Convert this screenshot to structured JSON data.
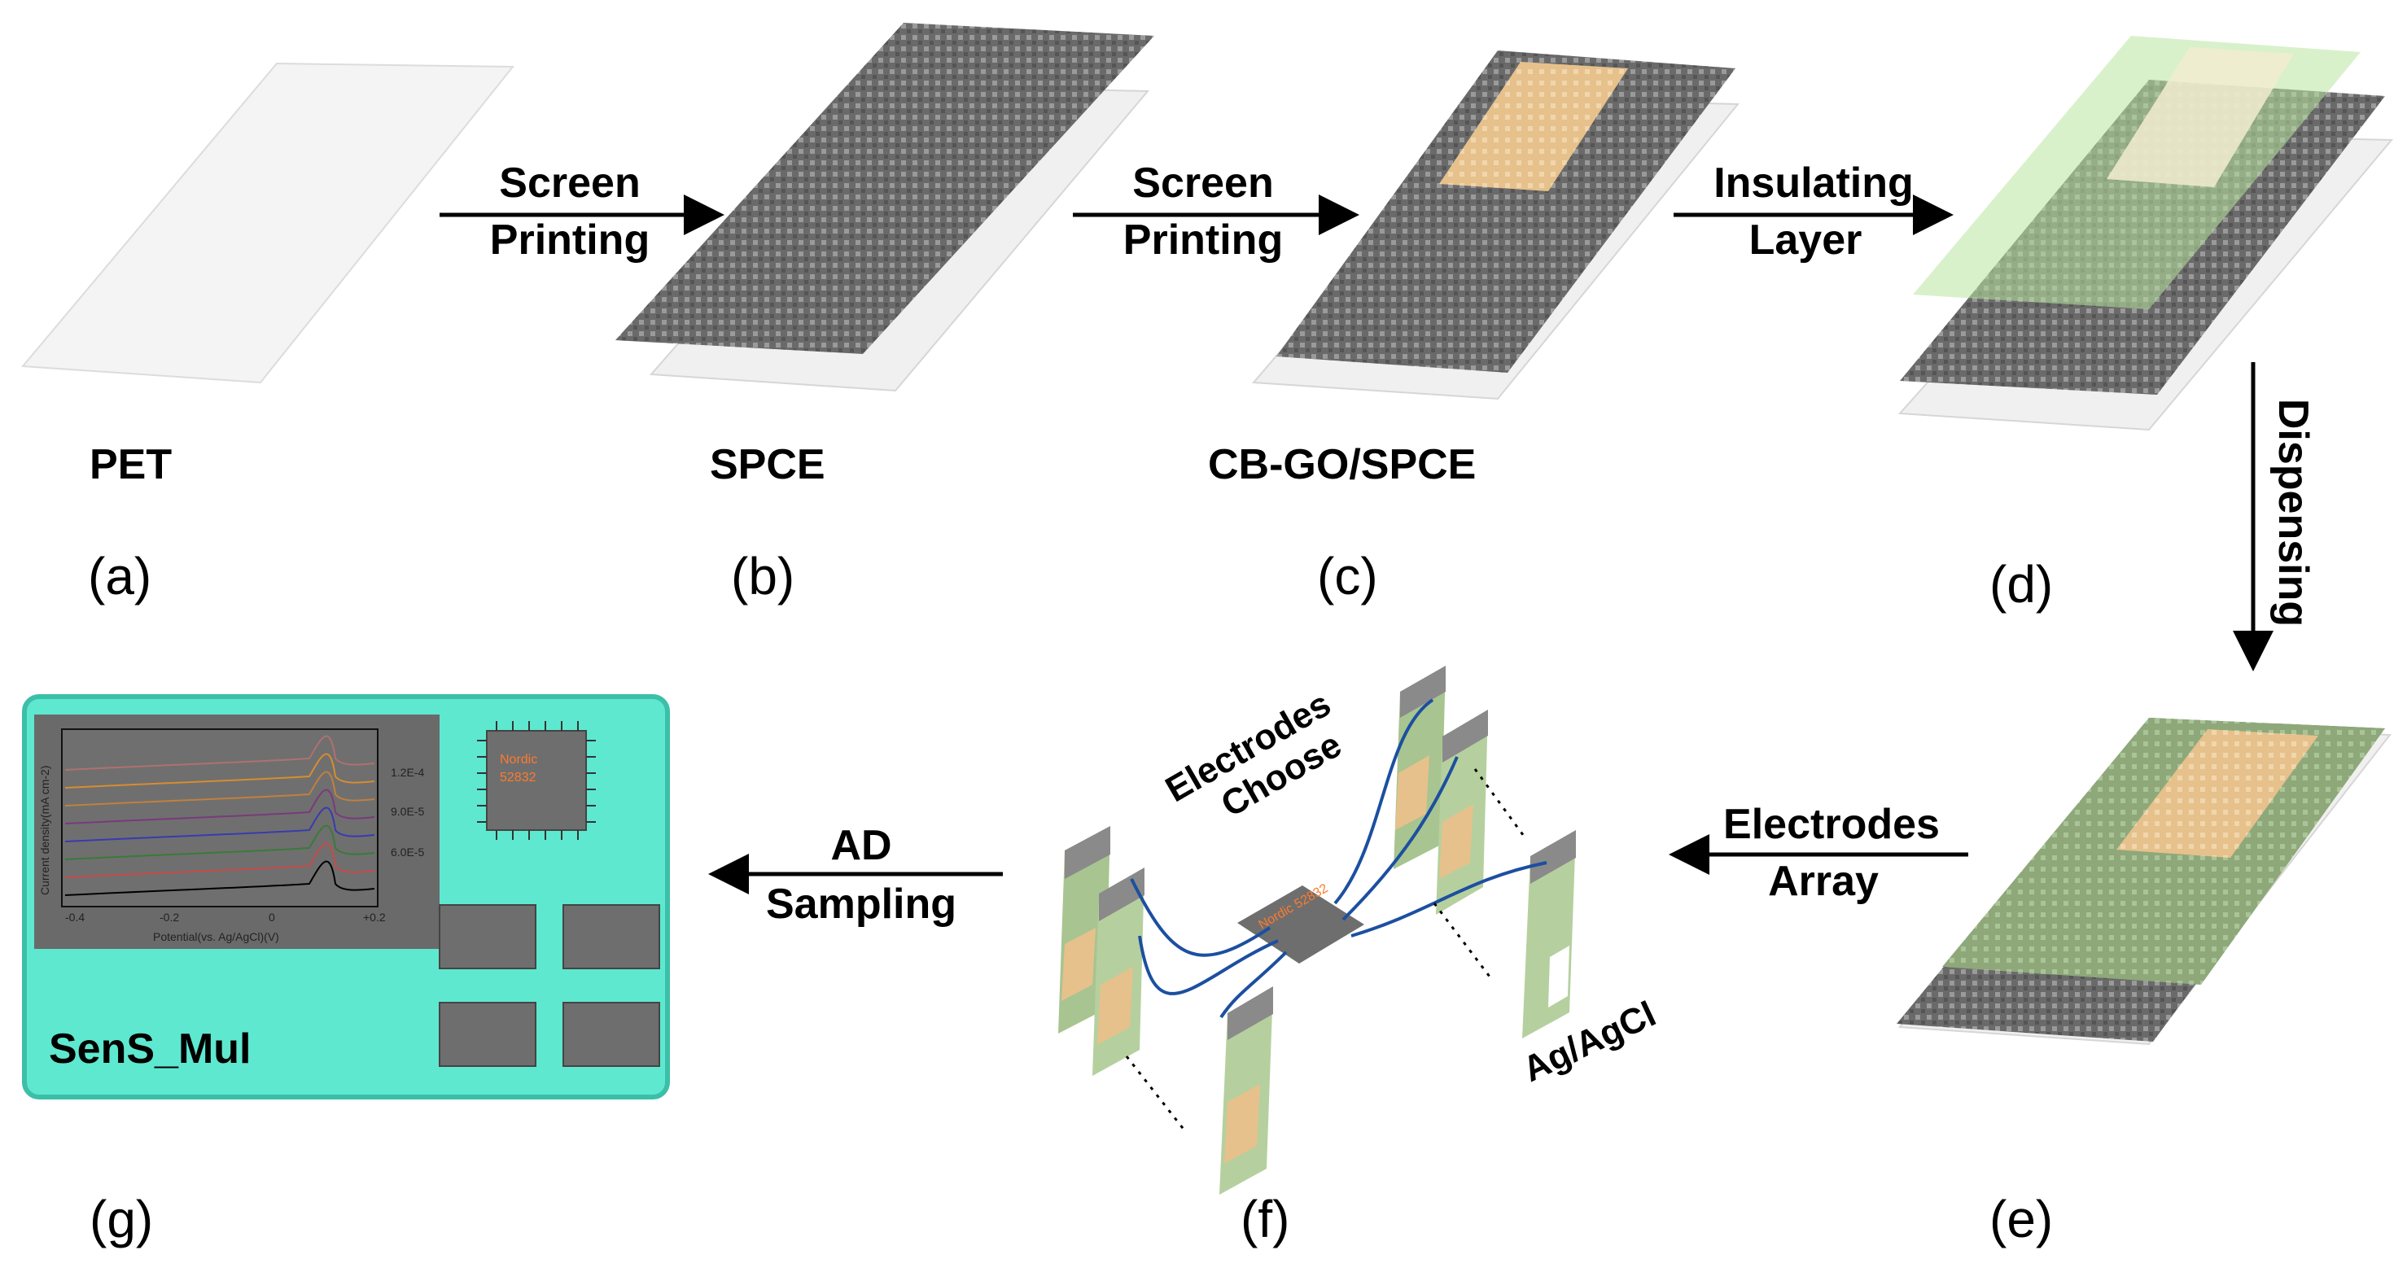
{
  "panels": {
    "a": {
      "letter": "(a)",
      "name": "PET"
    },
    "b": {
      "letter": "(b)",
      "name": "SPCE"
    },
    "c": {
      "letter": "(c)",
      "name": "CB-GO/SPCE"
    },
    "d": {
      "letter": "(d)"
    },
    "e": {
      "letter": "(e)"
    },
    "f": {
      "letter": "(f)",
      "annot_choose_1": "Electrodes",
      "annot_choose_2": "Choose",
      "annot_ref": "Ag/AgCl",
      "chip_text": "Nordic 52832"
    },
    "g": {
      "letter": "(g)",
      "device_name": "SenS_Mul",
      "chip_line1": "Nordic",
      "chip_line2": "52832"
    }
  },
  "arrows": {
    "a_to_b": {
      "line1": "Screen",
      "line2": "Printing"
    },
    "b_to_c": {
      "line1": "Screen",
      "line2": "Printing"
    },
    "c_to_d": {
      "line1": "Insulating",
      "line2": "Layer"
    },
    "d_to_e": {
      "line1": "Dispensing"
    },
    "e_to_f": {
      "line1": "Electrodes",
      "line2": "Array"
    },
    "f_to_g": {
      "line1": "AD",
      "line2": "Sampling"
    }
  },
  "inset_plot": {
    "ylabel": "Current density(mA cm-2)",
    "xlabel": "Potential(vs. Ag/AgCl)(V)",
    "xticks": [
      "-0.4",
      "-0.2",
      "0",
      "+0.2"
    ],
    "legend": [
      "1.2E-4",
      "9.0E-5",
      "6.0E-5"
    ]
  },
  "colors": {
    "device_body": "#5ee8cf",
    "carbon": "#6e6e6e",
    "cbgo": "#e8c896",
    "insulating": "#b8e6a0",
    "wire": "#1c4fa0",
    "chip": "#6e6e6e"
  }
}
